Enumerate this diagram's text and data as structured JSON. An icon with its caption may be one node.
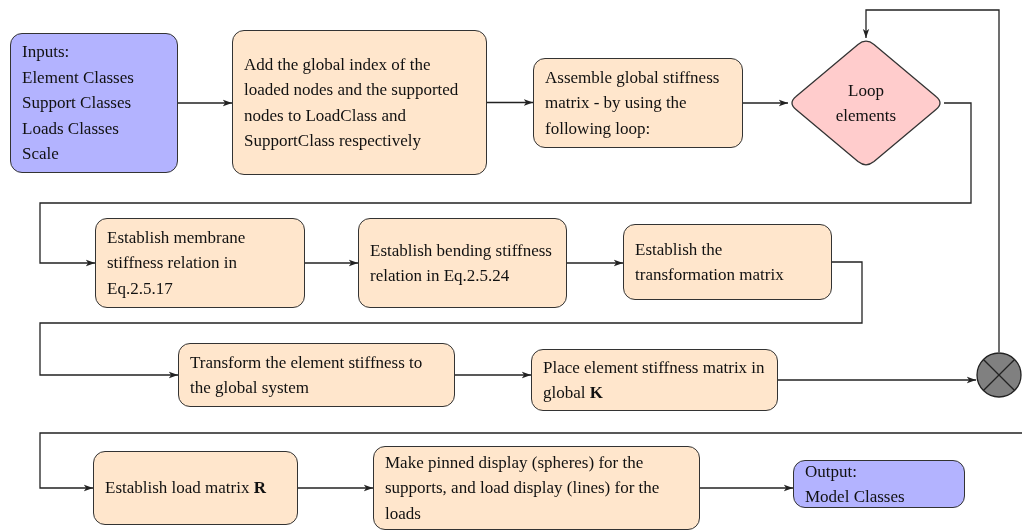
{
  "diagram": {
    "nodes": [
      {
        "text": [
          "Inputs:",
          "Element Classes",
          "Support Classes",
          "Loads Classes",
          "Scale"
        ]
      },
      {
        "text": [
          "Add the global index of the loaded nodes and the supported nodes to LoadClass and SupportClass respectively"
        ]
      },
      {
        "text": [
          "Assemble global stiffness matrix - by using the following loop:"
        ]
      },
      {
        "text": [
          "Loop elements"
        ]
      },
      {
        "text": [
          "Establish membrane stiffness relation in Eq.2.5.17"
        ]
      },
      {
        "text": [
          "Establish bending stiffness relation in Eq.2.5.24"
        ]
      },
      {
        "text": [
          "Establish the transformation matrix"
        ]
      },
      {
        "text": [
          "Transform the element stiffness to the global system"
        ]
      },
      {
        "text": [
          "Place element stiffness matrix in global **K**"
        ]
      },
      {
        "text": [],
        "shape": "circle"
      },
      {
        "text": [
          "Establish load matrix **R**"
        ]
      },
      {
        "text": [
          "Make pinned display (spheres) for the supports, and load display (lines) for the loads"
        ]
      },
      {
        "text": [
          "Output:",
          "Model Classes"
        ]
      }
    ],
    "edges": [
      {
        "from": 0,
        "to": 1,
        "arrow": "to"
      },
      {
        "from": 1,
        "to": 2,
        "arrow": "to"
      },
      {
        "from": 2,
        "to": 3,
        "arrow": "to"
      },
      {
        "from": 3,
        "to": 4,
        "arrow": "to"
      },
      {
        "from": 4,
        "to": 5,
        "arrow": "to"
      },
      {
        "from": 5,
        "to": 6,
        "arrow": "to"
      },
      {
        "from": 6,
        "to": 7,
        "arrow": "to"
      },
      {
        "from": 7,
        "to": 8,
        "arrow": "to"
      },
      {
        "from": 8,
        "to": 9,
        "arrow": "to"
      },
      {
        "from": 9,
        "to": 3,
        "arrow": "to"
      },
      {
        "from": 9,
        "to": 10,
        "arrow": "to"
      },
      {
        "from": 10,
        "to": 11,
        "arrow": "to"
      },
      {
        "from": 11,
        "to": 12,
        "arrow": "to"
      }
    ]
  }
}
